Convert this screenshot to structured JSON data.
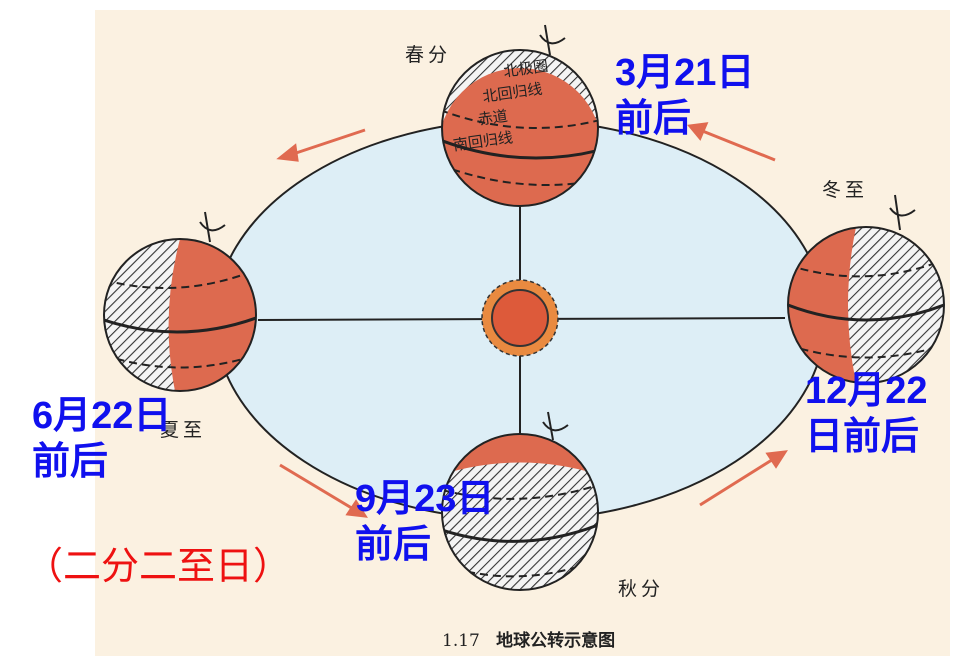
{
  "globe_labels": {
    "spring": "春分",
    "winter": "冬至",
    "summer": "夏至",
    "autumn": "秋分"
  },
  "latitude_labels": [
    "北极圈",
    "北回归线",
    "赤道",
    "南回归线"
  ],
  "dates": {
    "spring": [
      "3月21日",
      "前后"
    ],
    "summer": [
      "6月22日",
      "前后"
    ],
    "autumn": [
      "9月23日",
      "前后"
    ],
    "winter": [
      "12月22",
      "日前后"
    ]
  },
  "note": "（二分二至日）",
  "caption": {
    "number": "1.17",
    "title": "地球公转示意图"
  },
  "colors": {
    "background": "#fbf1e1",
    "orbit_fill": "#ddeef6",
    "earth": "#dd6a4f",
    "arrow": "#e06a50",
    "blue_text": "#1010ee",
    "red_text": "#ee1111"
  }
}
